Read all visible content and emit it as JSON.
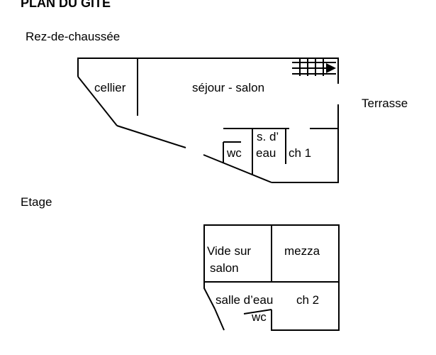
{
  "title": "PLAN DU GITE",
  "ground_floor": {
    "heading": "Rez-de-chaussée",
    "rooms": {
      "cellier": "cellier",
      "sejour": "séjour - salon",
      "sdeau_line1": "s. d’",
      "sdeau_line2": "eau",
      "wc": "wc",
      "ch1": "ch 1"
    },
    "terrace": "Terrasse"
  },
  "upper_floor": {
    "heading": "Etage",
    "rooms": {
      "vide_line1": "Vide sur",
      "vide_line2": "salon",
      "mezza": "mezza",
      "salle_deau": "salle d’eau",
      "ch2": "ch 2",
      "wc": "wc"
    }
  }
}
